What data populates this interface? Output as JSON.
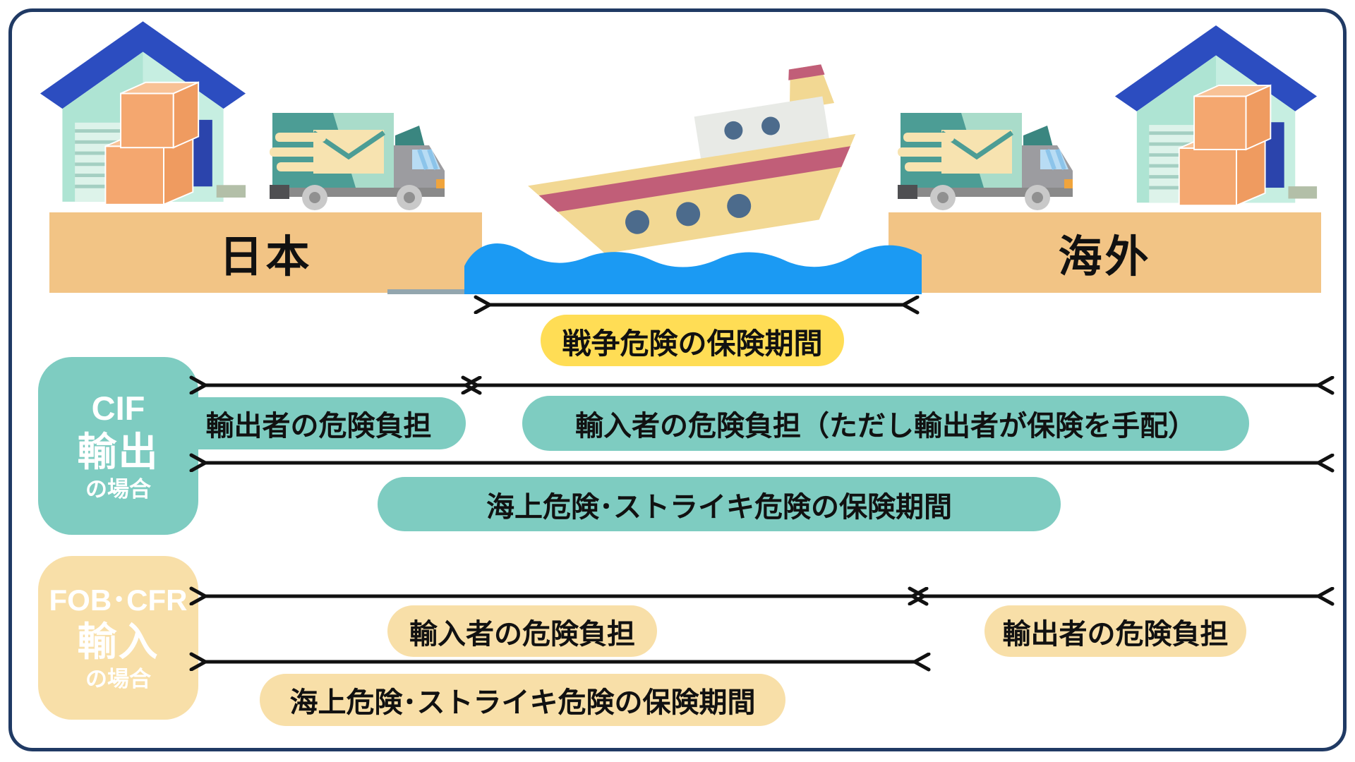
{
  "locations": {
    "left": "日本",
    "right": "海外"
  },
  "war_risk": {
    "pill": "戦争危険の保険期間"
  },
  "cif": {
    "badge": [
      "CIF",
      "輸出",
      "の場合"
    ],
    "exporter_pill": "輸出者の危険負担",
    "importer_pill": "輸入者の危険負担（ただし輸出者が保険を手配）",
    "marine_pill": "海上危険･ストライキ危険の保険期間"
  },
  "fob": {
    "badge": [
      "FOB･CFR",
      "輸入",
      "の場合"
    ],
    "importer_pill": "輸入者の危険負担",
    "exporter_pill": "輸出者の危険負担",
    "marine_pill": "海上危険･ストライキ危険の保険期間"
  },
  "colors": {
    "border_navy": "#203a64",
    "teal": "#7eccc1",
    "cream": "#f8dfa8",
    "yellow": "#ffdd55",
    "land": "#f2c485",
    "water": "#1b9af3",
    "arrow_black": "#111111"
  },
  "icons": {
    "left_building": "warehouse-icon",
    "left_vehicle": "truck-icon",
    "vessel": "ship-icon",
    "right_vehicle": "truck-icon",
    "right_building": "warehouse-icon"
  }
}
